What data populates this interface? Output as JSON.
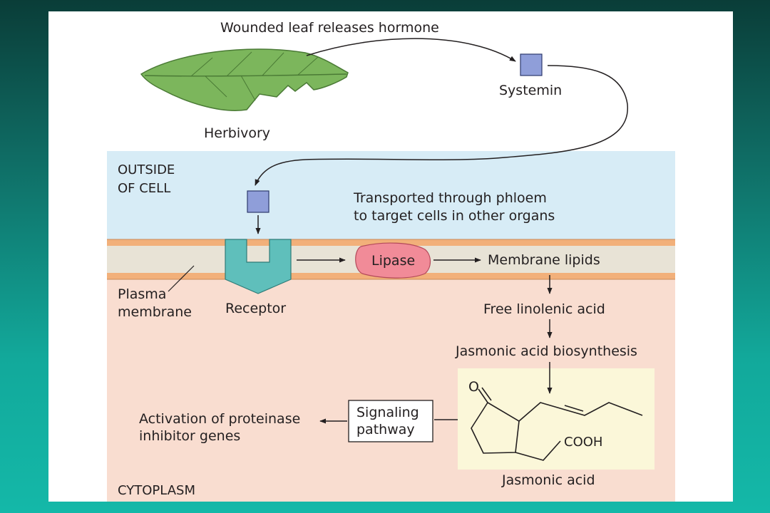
{
  "labels": {
    "wounded_leaf": "Wounded leaf releases hormone",
    "herbivory": "Herbivory",
    "systemin": "Systemin",
    "outside_line1": "OUTSIDE",
    "outside_line2": "OF CELL",
    "transported_line1": "Transported through phloem",
    "transported_line2": "to target cells in other organs",
    "lipase": "Lipase",
    "membrane_lipids": "Membrane lipids",
    "plasma_line1": "Plasma",
    "plasma_line2": "membrane",
    "receptor": "Receptor",
    "free_linolenic": "Free linolenic acid",
    "jasmonic_biosynthesis": "Jasmonic acid biosynthesis",
    "signaling_line1": "Signaling",
    "signaling_line2": "pathway",
    "activation_line1": "Activation of proteinase",
    "activation_line2": "inhibitor genes",
    "oxygen": "O",
    "cooh": "COOH",
    "jasmonic_acid": "Jasmonic acid",
    "cytoplasm": "CYTOPLASM"
  },
  "colors": {
    "outside_cell": "#d7ecf6",
    "cytoplasm": "#f9ddd0",
    "membrane_stripe": "#f2b07a",
    "membrane_core": "#e8e3d6",
    "receptor": "#5fbfbb",
    "lipase": "#f18b98",
    "systemin": "#8f9ed9",
    "molecule_box": "#fbf7d9",
    "leaf": "#7cb65c"
  },
  "icons": [
    "leaf-icon",
    "systemin-square-icon",
    "receptor-icon",
    "lipase-icon",
    "jasmonic-acid-structure-icon"
  ]
}
